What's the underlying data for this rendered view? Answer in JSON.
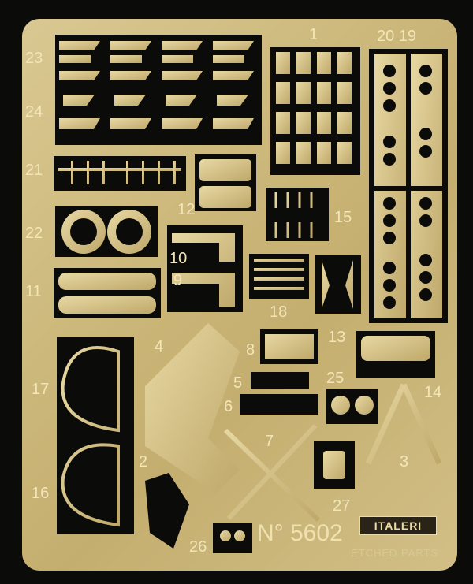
{
  "part_numbers": {
    "p1": "1",
    "p2": "2",
    "p3": "3",
    "p4": "4",
    "p5": "5",
    "p6": "6",
    "p7": "7",
    "p8": "8",
    "p9": "9",
    "p10": "10",
    "p11": "11",
    "p12": "12",
    "p13": "13",
    "p14": "14",
    "p15": "15",
    "p16": "16",
    "p17": "17",
    "p18": "18",
    "p20_19": "20 19",
    "p21": "21",
    "p22": "22",
    "p23": "23",
    "p24": "24",
    "p25": "25",
    "p26": "26",
    "p27": "27"
  },
  "brand": {
    "name": "ITALERI",
    "kit_number": "N° 5602",
    "series_text": "ETCHED PARTS"
  },
  "colors": {
    "brass": "#cdb97c",
    "background": "#0b0b0a",
    "label": "#f2e6b9"
  }
}
